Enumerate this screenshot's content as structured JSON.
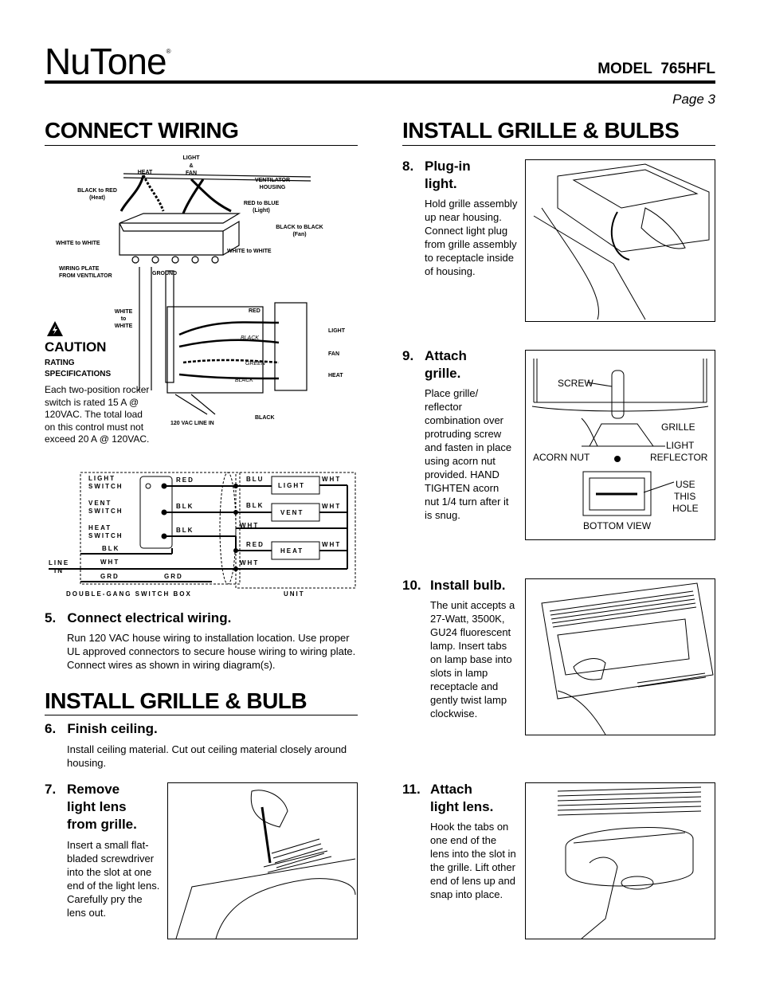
{
  "header": {
    "logo": "NuTone",
    "logo_mark": "®",
    "model_label": "MODEL",
    "model_number": "765HFL",
    "page": "Page 3"
  },
  "left": {
    "connect_title": "CONNECT WIRING",
    "wiring_labels": {
      "heat": "HEAT",
      "light_fan": "LIGHT\n&\nFAN",
      "ventilator_housing": "VENTILATOR\nHOUSING",
      "black_to_red": "BLACK to RED\n(Heat)",
      "red_to_blue": "RED to BLUE\n(Light)",
      "black_to_black": "BLACK to BLACK\n(Fan)",
      "white_to_white_left": "WHITE to WHITE",
      "white_to_white_right": "WHITE to WHITE",
      "wiring_plate": "WIRING PLATE\nFROM VENTILATOR",
      "ground": "GROUND",
      "white_to_white_box": "WHITE\nto\nWHITE",
      "red": "RED",
      "black1": "BLACK",
      "green": "GREEN",
      "black2": "BLACK",
      "black3": "BLACK",
      "light": "LIGHT",
      "fan": "FAN",
      "heat2": "HEAT",
      "line_in": "120 VAC LINE IN"
    },
    "caution": {
      "title": "CAUTION",
      "subtitle": "RATING\nSPECIFICATIONS",
      "text": "Each two-position rocker switch is rated 15 A @ 120VAC. The total load on this control must not exceed 20 A @ 120VAC."
    },
    "schematic": {
      "light_switch": "LIGHT\nSWITCH",
      "vent_switch": "VENT\nSWITCH",
      "heat_switch": "HEAT\nSWITCH",
      "blk_sw": "BLK",
      "red": "RED",
      "blk1": "BLK",
      "blk2": "BLK",
      "wht_in": "WHT",
      "grd_in": "GRD",
      "grd2": "GRD",
      "line_in": "LINE\nIN",
      "blu": "BLU",
      "blk3": "BLK",
      "wht1": "WHT",
      "red2": "RED",
      "wht2": "WHT",
      "light": "LIGHT",
      "vent": "VENT",
      "heat": "HEAT",
      "wht_r1": "WHT",
      "wht_r2": "WHT",
      "wht_r3": "WHT",
      "box_label": "DOUBLE-GANG SWITCH BOX",
      "unit_label": "UNIT"
    },
    "step5": {
      "num": "5.",
      "title": "Connect electrical wiring.",
      "text": "Run 120 VAC house wiring to installation location. Use proper UL approved connectors to secure house wiring to wiring plate. Connect wires as shown in wiring diagram(s)."
    },
    "install_title": "INSTALL GRILLE & BULB",
    "step6": {
      "num": "6.",
      "title": "Finish ceiling.",
      "text": "Install ceiling material. Cut out ceiling material closely around housing."
    },
    "step7": {
      "num": "7.",
      "title": "Remove\nlight lens\nfrom grille.",
      "text": "Insert a small flat-bladed screwdriver into the slot at one end of the light lens. Carefully pry the lens out."
    }
  },
  "right": {
    "title": "INSTALL GRILLE & BULBS",
    "step8": {
      "num": "8.",
      "title": "Plug-in\nlight.",
      "text": "Hold grille assembly up near housing. Connect light plug from grille assembly to receptacle inside of housing."
    },
    "step9": {
      "num": "9.",
      "title": "Attach\ngrille.",
      "text": "Place grille/ reflector combination over protruding screw and fasten in place using acorn nut provided. HAND TIGHTEN acorn nut 1/4 turn after it is snug."
    },
    "grille_labels": {
      "screw": "SCREW",
      "grille": "GRILLE",
      "light_reflector": "LIGHT\nREFLECTOR",
      "acorn_nut": "ACORN NUT",
      "use_this_hole": "USE\nTHIS\nHOLE",
      "bottom_view": "BOTTOM VIEW"
    },
    "step10": {
      "num": "10.",
      "title": "Install bulb.",
      "text": "The unit accepts a 27-Watt, 3500K, GU24 fluorescent lamp. Insert tabs on lamp base into slots in lamp receptacle and gently twist lamp clockwise."
    },
    "step11": {
      "num": "11.",
      "title": "Attach\nlight lens.",
      "text": "Hook the tabs on one end of the lens into the slot in the grille. Lift other end of lens up and snap into place."
    }
  }
}
